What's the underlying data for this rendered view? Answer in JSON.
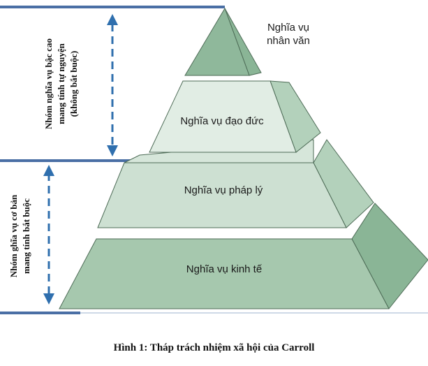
{
  "diagram": {
    "tiers": [
      {
        "id": "humanitarian",
        "lines": [
          "Nghĩa vụ",
          "nhân văn"
        ]
      },
      {
        "id": "ethical",
        "lines": [
          "Nghĩa vụ đạo đức"
        ]
      },
      {
        "id": "legal",
        "lines": [
          "Nghĩa vụ pháp lý"
        ]
      },
      {
        "id": "economic",
        "lines": [
          "Nghĩa vụ kinh tế"
        ]
      }
    ],
    "groups": {
      "upper": {
        "lines": [
          "Nhóm nghĩa vụ bậc cao",
          "mang tính tự nguyện",
          "(không bắt buộc)"
        ]
      },
      "lower": {
        "lines": [
          "Nhóm ghĩa vụ cơ bản",
          "mang tính bắt buộc"
        ]
      }
    },
    "colors": {
      "top_front": "#8fb89b",
      "upper_front": "#e1ede4",
      "middle_front": "#cde0d2",
      "bottom_front": "#a6c8ae",
      "side_light": "#b3d1bb",
      "side_dark": "#8ab596",
      "edge": "#4d6b56",
      "rule_line": "#4a6fa5",
      "arrow": "#2f6fae"
    }
  },
  "caption": "Hình 1: Tháp trách nhiệm xã hội của Carroll"
}
